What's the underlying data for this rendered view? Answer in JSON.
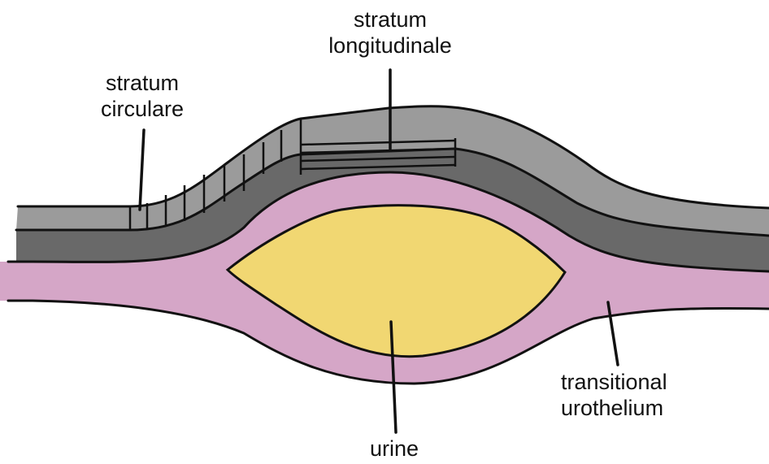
{
  "labels": {
    "stratum_longitudinale": [
      "stratum",
      "longitudinale"
    ],
    "stratum_circulare": [
      "stratum",
      "circulare"
    ],
    "transitional_urothelium": [
      "transitional",
      "urothelium"
    ],
    "urine": "urine"
  },
  "colors": {
    "outer_muscle_layer": "#9b9b9b",
    "inner_muscle_layer": "#696969",
    "urothelium": "#d5a6c7",
    "urine": "#f1d772",
    "outline": "#111111"
  }
}
